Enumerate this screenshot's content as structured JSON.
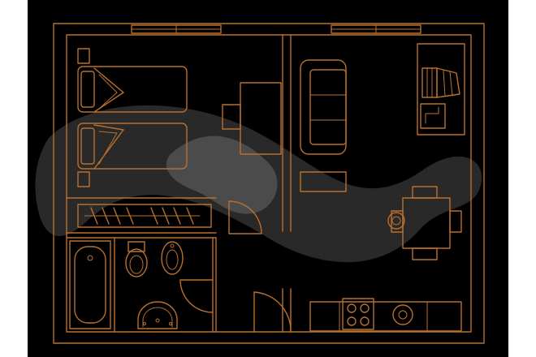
{
  "colors": {
    "background": "#000000",
    "page": "#ffffff",
    "lines": "#b9702f",
    "watermark": "#ffffff"
  },
  "icons": {
    "watermark": "swirl-logo-watermark"
  },
  "rooms": [
    {
      "name": "bedroom",
      "items": [
        "twin-bed",
        "twin-bed",
        "nightstand",
        "nightstand",
        "desk",
        "desk-chair",
        "wardrobe-with-hangers"
      ]
    },
    {
      "name": "living-kitchen",
      "items": [
        "sofa",
        "coffee-table",
        "dresser-with-books",
        "dresser-with-books",
        "dining-table",
        "dining-chair",
        "dining-chair",
        "dining-chair",
        "dining-chair",
        "kitchen-counter",
        "stove",
        "sink"
      ]
    },
    {
      "name": "bathroom",
      "items": [
        "bathtub",
        "toilet",
        "bidet",
        "washbasin"
      ]
    }
  ]
}
